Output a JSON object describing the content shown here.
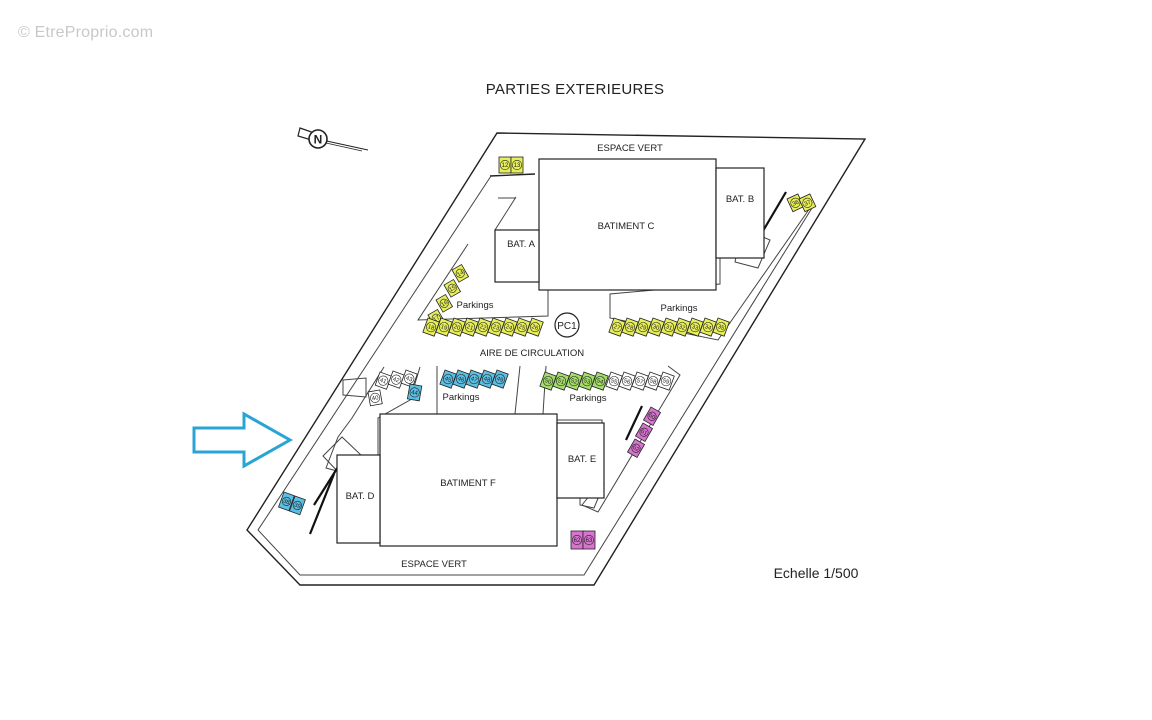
{
  "watermark": "© EtreProprio.com",
  "plan": {
    "title": "PARTIES EXTERIEURES",
    "scale": "Echelle 1/500",
    "north_symbol": "N",
    "labels": {
      "espace_vert_top": "ESPACE VERT",
      "espace_vert_bottom": "ESPACE VERT",
      "bat_a": "BAT. A",
      "bat_b": "BAT. B",
      "batiment_c": "BATIMENT C",
      "bat_d": "BAT. D",
      "bat_e": "BAT. E",
      "batiment_f": "BATIMENT F",
      "parkings_1": "Parkings",
      "parkings_2": "Parkings",
      "parkings_3": "Parkings",
      "parkings_4": "Parkings",
      "aire": "AIRE DE CIRCULATION",
      "pc1": "PC1"
    },
    "colors": {
      "yellow": "#e6ee5a",
      "blue": "#5bbfe3",
      "green": "#a4dd6a",
      "magenta": "#d873cf",
      "arrow": "#2aa3d6"
    },
    "parking_groups": [
      {
        "id": "top-small",
        "color": "yellow",
        "numbers": [
          "12",
          "13"
        ]
      },
      {
        "id": "bat-b-side",
        "color": "yellow",
        "numbers": [
          "36",
          "37"
        ]
      },
      {
        "id": "left-diagonal",
        "color": "yellow",
        "numbers": [
          "17",
          "16",
          "15",
          "14"
        ]
      },
      {
        "id": "left-row",
        "color": "yellow",
        "numbers": [
          "18",
          "19",
          "20",
          "21",
          "22",
          "23",
          "24",
          "25",
          "26"
        ]
      },
      {
        "id": "right-row",
        "color": "yellow",
        "numbers": [
          "27",
          "28",
          "29",
          "30",
          "31",
          "32",
          "33",
          "34",
          "35"
        ]
      },
      {
        "id": "mid-left-white",
        "color": "white",
        "numbers": [
          "41",
          "42",
          "43"
        ]
      },
      {
        "id": "mid-left-diag",
        "color": "white",
        "numbers": [
          "40"
        ]
      },
      {
        "id": "mid-left-blue",
        "color": "blue",
        "numbers": [
          "44"
        ]
      },
      {
        "id": "mid-blue-row",
        "color": "blue",
        "numbers": [
          "45",
          "46",
          "47",
          "48",
          "49"
        ]
      },
      {
        "id": "green-row",
        "color": "green",
        "numbers": [
          "50",
          "51",
          "52",
          "53",
          "54"
        ]
      },
      {
        "id": "white-row",
        "color": "white",
        "numbers": [
          "55",
          "56",
          "57",
          "58",
          "59"
        ]
      },
      {
        "id": "magenta-diag",
        "color": "magenta",
        "numbers": [
          "60",
          "61",
          "62"
        ]
      },
      {
        "id": "bottom-blue",
        "color": "blue",
        "numbers": [
          "38",
          "39"
        ]
      },
      {
        "id": "bottom-magenta",
        "color": "magenta",
        "numbers": [
          "62",
          "63"
        ]
      }
    ]
  }
}
